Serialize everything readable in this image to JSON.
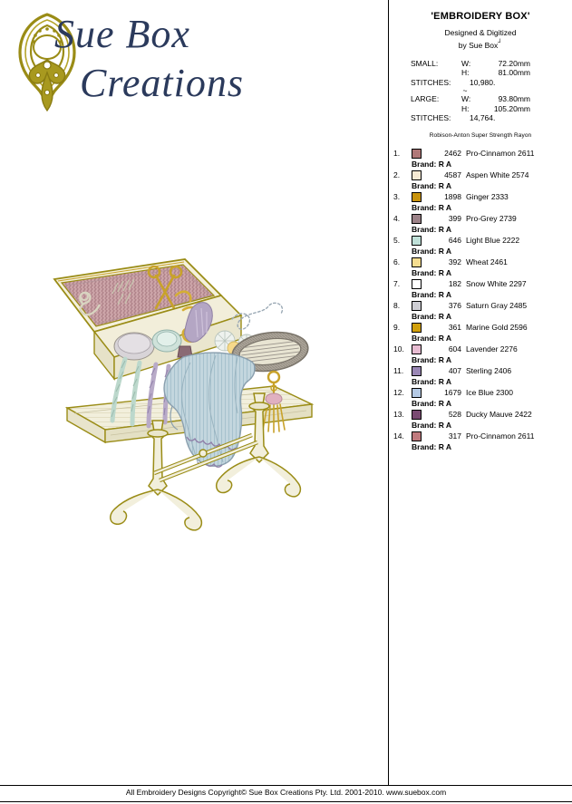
{
  "logo": {
    "line1": "Sue Box",
    "line2": "Creations",
    "ornament_color": "#9a8c16",
    "script_color": "#2b3a5c"
  },
  "header": {
    "design_title": "'EMBROIDERY BOX'",
    "credit_line1": "Designed & Digitized",
    "credit_line2": "by Sue Box",
    "credit_mark": "┘",
    "separator": "~",
    "thread_brand_note": "Robison-Anton Super Strength Rayon"
  },
  "sizes": [
    {
      "label": "SMALL:",
      "width_label": "W:",
      "width_value": "72.20mm",
      "height_label": "H:",
      "height_value": "81.00mm",
      "stitches_label": "STITCHES:",
      "stitches_value": "10,980."
    },
    {
      "label": "LARGE:",
      "width_label": "W:",
      "width_value": "93.80mm",
      "height_label": "H:",
      "height_value": "105.20mm",
      "stitches_label": "STITCHES:",
      "stitches_value": "14,764."
    }
  ],
  "color_list": [
    {
      "index": "1.",
      "swatch": "#b07878",
      "code": "2462",
      "name": "Pro-Cinnamon 2611",
      "brand": "Brand: R A"
    },
    {
      "index": "2.",
      "swatch": "#f6ead4",
      "code": "4587",
      "name": "Aspen White 2574",
      "brand": "Brand: R A"
    },
    {
      "index": "3.",
      "swatch": "#c8930c",
      "code": "1898",
      "name": "Ginger 2333",
      "brand": "Brand: R A"
    },
    {
      "index": "4.",
      "swatch": "#9c8288",
      "code": "399",
      "name": "Pro-Grey 2739",
      "brand": "Brand: R A"
    },
    {
      "index": "5.",
      "swatch": "#bfe0d8",
      "code": "646",
      "name": "Light Blue 2222",
      "brand": "Brand: R A"
    },
    {
      "index": "6.",
      "swatch": "#f5dd90",
      "code": "392",
      "name": "Wheat 2461",
      "brand": "Brand: R A"
    },
    {
      "index": "7.",
      "swatch": "#ffffff",
      "code": "182",
      "name": "Snow White 2297",
      "brand": "Brand: R A"
    },
    {
      "index": "8.",
      "swatch": "#cdcdd3",
      "code": "376",
      "name": "Saturn Gray 2485",
      "brand": "Brand: R A"
    },
    {
      "index": "9.",
      "swatch": "#d1a00b",
      "code": "361",
      "name": "Marine Gold 2596",
      "brand": "Brand: R A"
    },
    {
      "index": "10.",
      "swatch": "#e8bcd2",
      "code": "604",
      "name": "Lavender 2276",
      "brand": "Brand: R A"
    },
    {
      "index": "11.",
      "swatch": "#9a87b5",
      "code": "407",
      "name": "Sterling 2406",
      "brand": "Brand: R A"
    },
    {
      "index": "12.",
      "swatch": "#b4c9e4",
      "code": "1679",
      "name": "Ice Blue 2300",
      "brand": "Brand: R A"
    },
    {
      "index": "13.",
      "swatch": "#7a4a72",
      "code": "528",
      "name": "Ducky Mauve 2422",
      "brand": "Brand: R A"
    },
    {
      "index": "14.",
      "swatch": "#c07a7e",
      "code": "317",
      "name": "Pro-Cinnamon 2611",
      "brand": "Brand: R A"
    }
  ],
  "footer": {
    "text": "All Embroidery Designs Copyright© Sue Box Creations Pty. Ltd. 2001-2010. www.suebox.com"
  },
  "artwork": {
    "title": "embroidery-box-design",
    "description": "Open sewing box on turned-leg table with scissors, threads, draped blue fabric, embroidery hoop and tassel",
    "colors": {
      "lid_interior": "#c49a9e",
      "box_frame": "#f0ecd8",
      "frame_outline": "#9a8c16",
      "gold": "#c8a22a",
      "fabric_blue": "#b8cfd8",
      "fabric_stripe": "#8fb0bf",
      "thread_lavender": "#b4a6c4",
      "thread_mint": "#c4ded2",
      "hoop_gray": "#9a948c",
      "wood_cream": "#f2efdc",
      "tassel_pink": "#e0b0c0"
    }
  }
}
